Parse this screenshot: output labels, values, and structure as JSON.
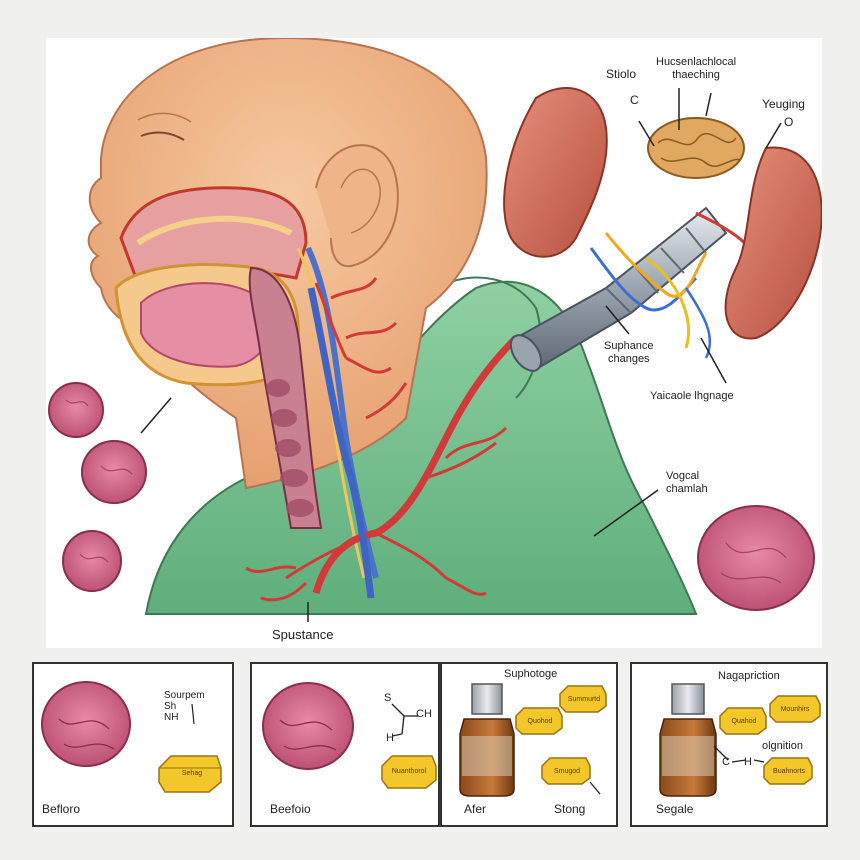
{
  "main": {
    "labels": {
      "top_left": "Stiolo",
      "top_left_letter": "C",
      "top_center": "Hucsenlachlocal\nthaeching",
      "top_right": "Yeuging",
      "top_right_letter": "O",
      "middle_right": "Suphance\nchanges",
      "lower_right": "Yaicaole lhgnage",
      "vocal": "Vogcal\nchamlah",
      "bottom": "Spustance"
    }
  },
  "panels": [
    {
      "bottom_label": "Befloro",
      "side_label": "Sourpem\nSh\nNH",
      "tablet_text": "Sehag"
    },
    {
      "bottom_label": "Beefoio",
      "formula_s": "S",
      "formula_ch": "CH",
      "formula_h": "H",
      "tablet_text": "Nuanthorol"
    },
    {
      "top_label": "Suphotoge",
      "bottom_label": "Afer",
      "right_label": "Stong",
      "tablet_texts": [
        "Quohod",
        "Summurtd",
        "Smugod"
      ]
    },
    {
      "top_label": "Nagapriction",
      "bottom_label": "Segale",
      "formula_c": "C",
      "formula_h": "H",
      "right_label": "olgnition",
      "tablet_texts": [
        "Quahod",
        "Mounhirs",
        "Buahnorts"
      ]
    }
  ]
}
